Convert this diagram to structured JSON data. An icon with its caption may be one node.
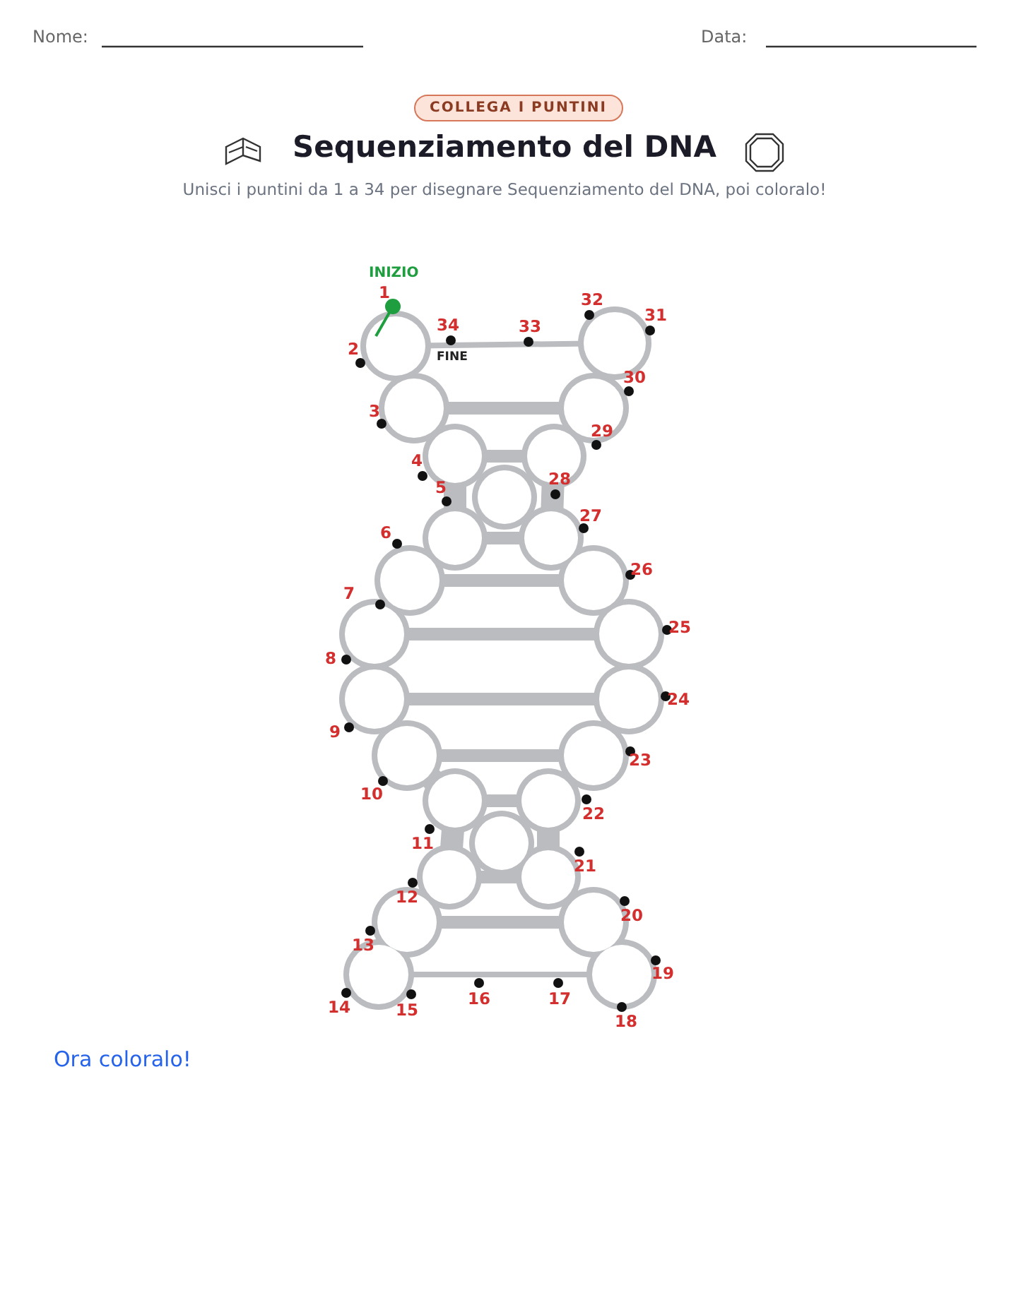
{
  "diagram": {
    "title": "Sequenziamento del DNA",
    "labels": [
      "Nome:",
      "Data:",
      "COLLEGA I PUNTINI",
      "Unisci i puntini da 1 a 34 per disegnare Sequenziamento del DNA, poi coloralo!",
      "INIZIO",
      "1",
      "2",
      "3",
      "4",
      "5",
      "6",
      "7",
      "8",
      "9",
      "10",
      "11",
      "12",
      "13",
      "14",
      "15",
      "16",
      "17",
      "18",
      "19",
      "20",
      "21",
      "22",
      "23",
      "24",
      "25",
      "26",
      "27",
      "28",
      "29",
      "30",
      "31",
      "32",
      "34",
      "33",
      "FINE",
      "Ora coloralo!"
    ]
  }
}
